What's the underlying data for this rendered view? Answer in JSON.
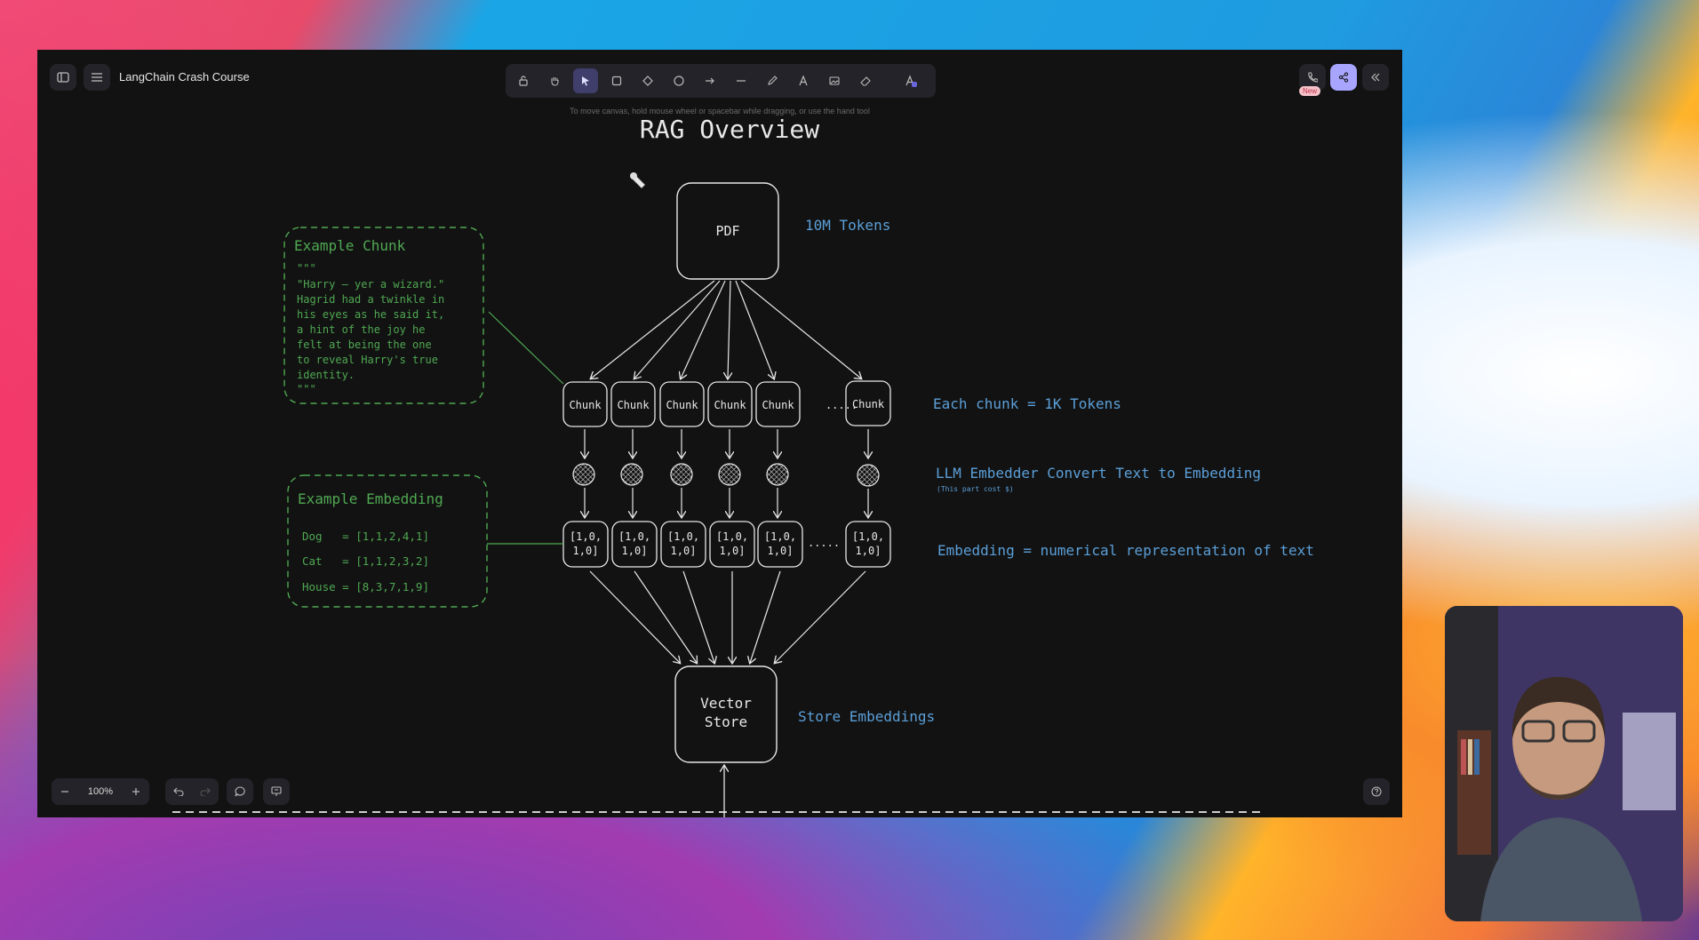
{
  "app": {
    "title": "LangChain Crash Course",
    "canvas_hint": "To move canvas, hold mouse wheel or spacebar while dragging, or use the hand tool",
    "new_badge": "New",
    "zoom": "100%",
    "accent": "#403e6a",
    "share_color": "#a8a5ff"
  },
  "toolbar": {
    "tools": [
      {
        "name": "lock-icon",
        "key": ""
      },
      {
        "name": "hand-icon",
        "key": ""
      },
      {
        "name": "selection-icon",
        "key": "1"
      },
      {
        "name": "rectangle-icon",
        "key": "2"
      },
      {
        "name": "diamond-icon",
        "key": "3"
      },
      {
        "name": "ellipse-icon",
        "key": "4"
      },
      {
        "name": "arrow-icon",
        "key": "5"
      },
      {
        "name": "line-icon",
        "key": "6"
      },
      {
        "name": "pencil-icon",
        "key": "7"
      },
      {
        "name": "text-icon",
        "key": "8"
      },
      {
        "name": "image-icon",
        "key": "9"
      },
      {
        "name": "eraser-icon",
        "key": "0"
      },
      {
        "name": "shapes-library-icon",
        "key": ""
      }
    ]
  },
  "diagram": {
    "title": "RAG Overview",
    "pdf_label": "PDF",
    "pdf_note": "10M Tokens",
    "chunk_label": "Chunk",
    "chunk_note": "Each chunk = 1K Tokens",
    "embedder_note": "LLM Embedder Convert Text to Embedding",
    "embedder_subnote": "(This part cost $)",
    "embedding_line1": "[1,0,",
    "embedding_line2": "1,0]",
    "embedding_note": "Embedding = numerical representation of text",
    "ellipsis": ".....",
    "vector_line1": "Vector",
    "vector_line2": "Store",
    "vector_note": "Store Embeddings",
    "example_chunk": {
      "title": "Example Chunk",
      "lines": [
        "\"\"\"",
        "\"Harry — yer a wizard.\"",
        "Hagrid had a twinkle in",
        "his eyes as he said it,",
        "a hint of the joy he",
        "felt at being the one",
        "to reveal Harry's true",
        "identity.",
        "\"\"\""
      ]
    },
    "example_embedding": {
      "title": "Example Embedding",
      "rows": [
        "Dog   = [1,1,2,4,1]",
        "Cat   = [1,1,2,3,2]",
        "House = [8,3,7,1,9]"
      ]
    },
    "colors": {
      "note_blue": "#5b9fd8",
      "green": "#4fa852",
      "stroke": "#e8e8e8"
    }
  }
}
